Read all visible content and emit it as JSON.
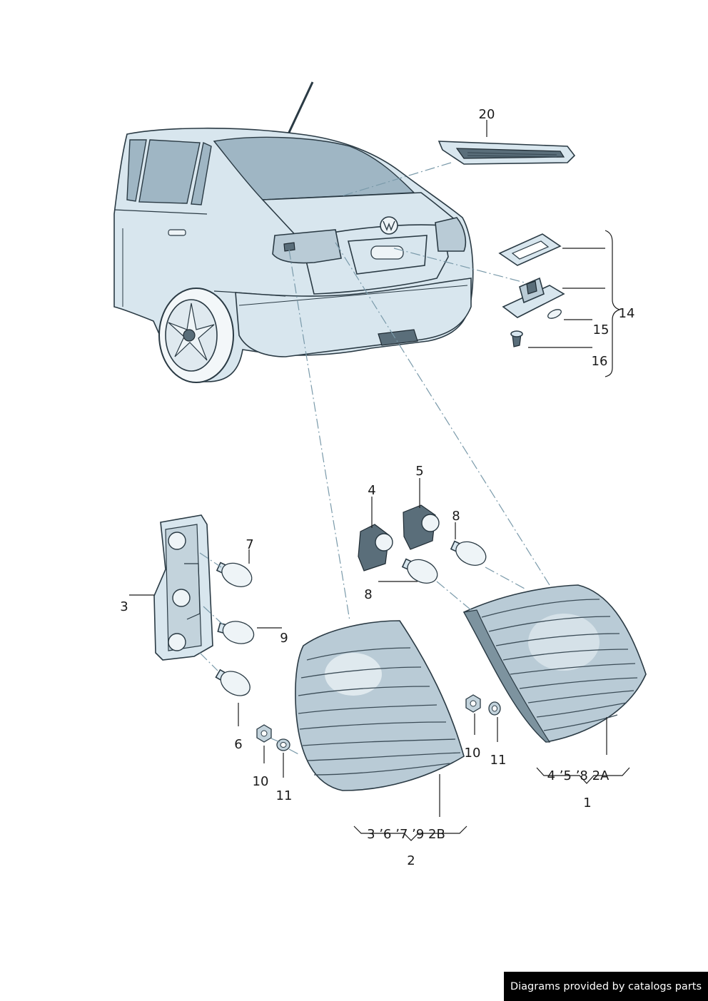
{
  "callouts": {
    "c20": "20",
    "c14": "14",
    "c15": "15",
    "c16": "16",
    "c4": "4",
    "c5": "5",
    "c8a": "8",
    "c7": "7",
    "c3": "3",
    "c8b": "8",
    "c9": "9",
    "c6": "6",
    "c10a": "10",
    "c11a": "11",
    "c10b": "10",
    "c11b": "11",
    "c1": "1",
    "c2": "2",
    "group1": "4 ʼ5 ʼ8   2A",
    "group2": "3 ʼ6 ʼ7 ʼ9   2B"
  },
  "footer": "Diagrams provided by catalogs parts",
  "colors": {
    "linework": "#2a3a44",
    "body_tint": "#d8e6ee",
    "dash": "#7a9aaa"
  }
}
